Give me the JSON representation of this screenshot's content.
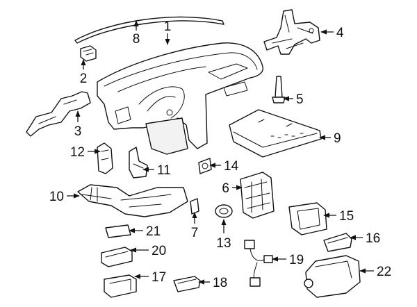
{
  "diagram": {
    "callouts": [
      {
        "id": "p1",
        "label": "1"
      },
      {
        "id": "p2",
        "label": "2"
      },
      {
        "id": "p3",
        "label": "3"
      },
      {
        "id": "p4",
        "label": "4"
      },
      {
        "id": "p5",
        "label": "5"
      },
      {
        "id": "p6",
        "label": "6"
      },
      {
        "id": "p7",
        "label": "7"
      },
      {
        "id": "p8",
        "label": "8"
      },
      {
        "id": "p9",
        "label": "9"
      },
      {
        "id": "p10",
        "label": "10"
      },
      {
        "id": "p11",
        "label": "11"
      },
      {
        "id": "p12",
        "label": "12"
      },
      {
        "id": "p13",
        "label": "13"
      },
      {
        "id": "p14",
        "label": "14"
      },
      {
        "id": "p15",
        "label": "15"
      },
      {
        "id": "p16",
        "label": "16"
      },
      {
        "id": "p17",
        "label": "17"
      },
      {
        "id": "p18",
        "label": "18"
      },
      {
        "id": "p19",
        "label": "19"
      },
      {
        "id": "p20",
        "label": "20"
      },
      {
        "id": "p21",
        "label": "21"
      },
      {
        "id": "p22",
        "label": "22"
      }
    ]
  }
}
